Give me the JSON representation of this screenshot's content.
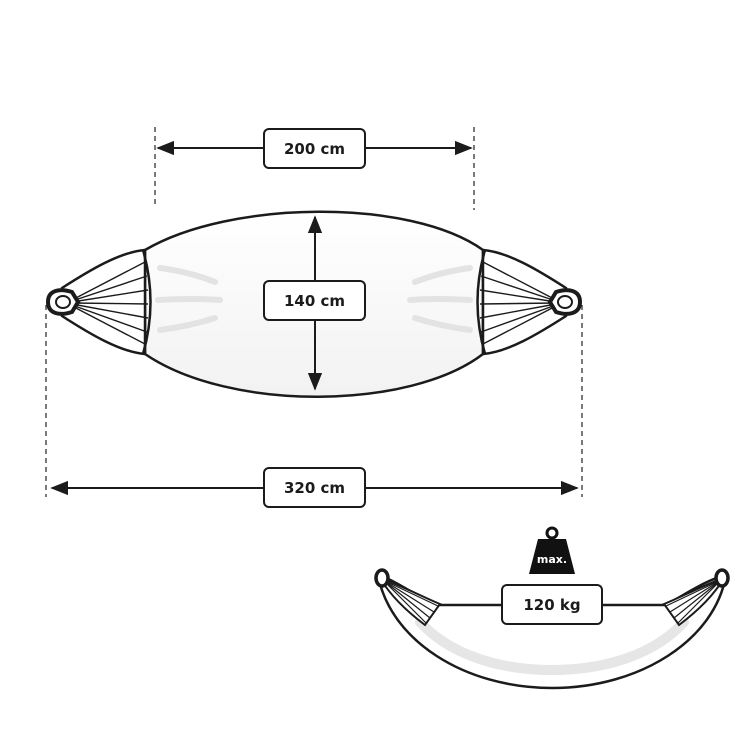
{
  "dimensions": {
    "spreader_width": "200 cm",
    "bed_width": "140 cm",
    "total_length": "320 cm"
  },
  "load": {
    "weight_icon_label": "max.",
    "max_load": "120 kg"
  },
  "colors": {
    "line": "#1b1b1b",
    "fabric": "#ffffff",
    "fabric_shadow": "#f1f1f1",
    "dash": "#333333",
    "weight_icon": "#111111"
  }
}
